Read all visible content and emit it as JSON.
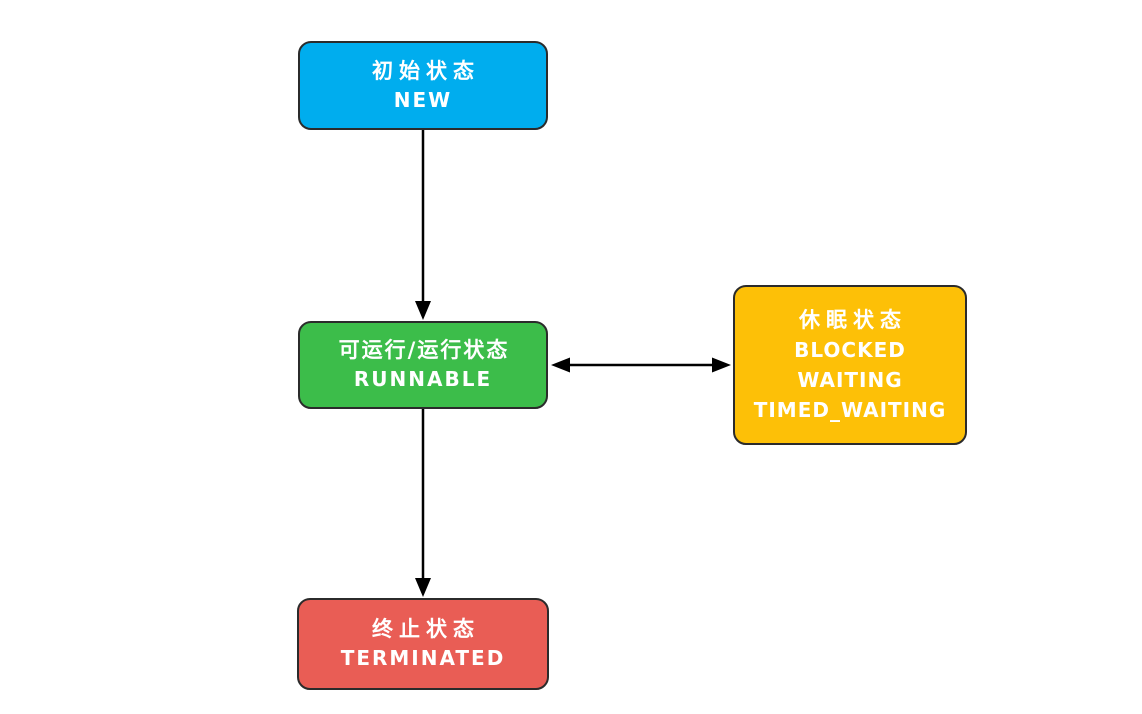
{
  "diagram_title": "thread-state-diagram",
  "nodes": {
    "new": {
      "label_zh": "初始状态",
      "label_en": "NEW",
      "color": "#00ADEE"
    },
    "runnable": {
      "label_zh": "可运行/运行状态",
      "label_en": "RUNNABLE",
      "color": "#3CBD4A"
    },
    "sleep": {
      "label_zh": "休眠状态",
      "label_en_1": "BLOCKED",
      "label_en_2": "WAITING",
      "label_en_3": "TIMED_WAITING",
      "color": "#FDC007"
    },
    "terminated": {
      "label_zh": "终止状态",
      "label_en": "TERMINATED",
      "color": "#E95D55"
    }
  },
  "edges": [
    {
      "from": "new",
      "to": "runnable",
      "direction": "down"
    },
    {
      "from": "runnable",
      "to": "sleep",
      "direction": "both"
    },
    {
      "from": "runnable",
      "to": "terminated",
      "direction": "down"
    }
  ],
  "colors": {
    "arrow": "#000000",
    "border": "#2b2b2b",
    "text": "#ffffff",
    "background": "#ffffff"
  }
}
